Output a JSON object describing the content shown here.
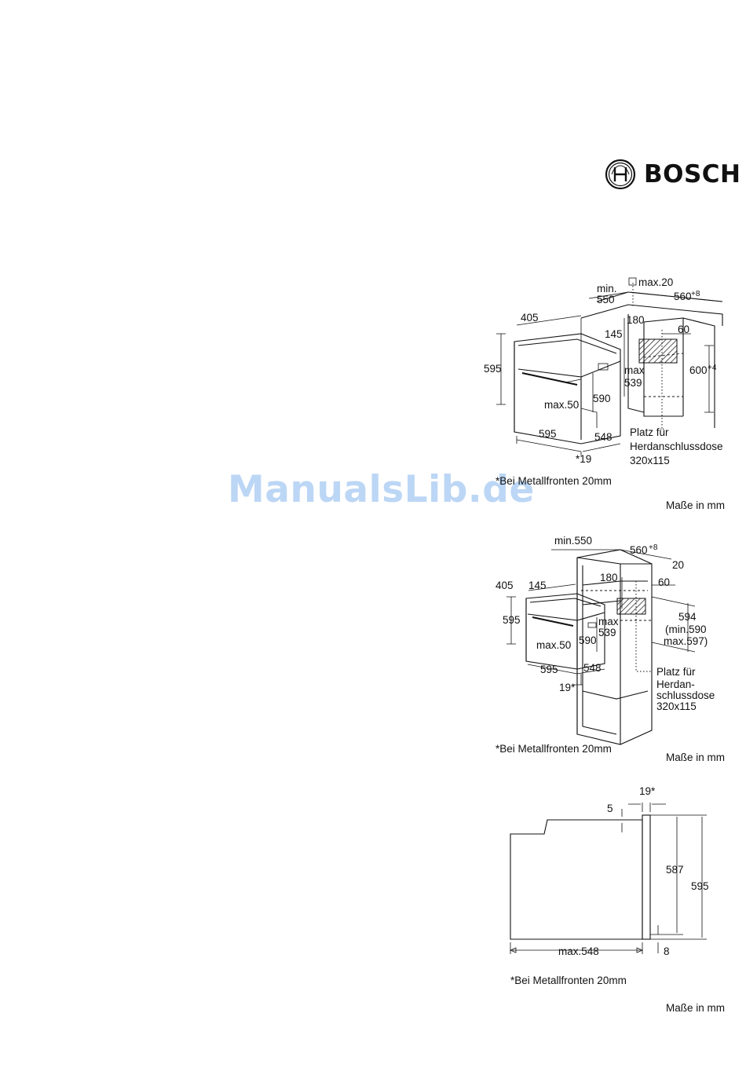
{
  "brand": {
    "name": "BOSCH",
    "logo_icon": "bosch-armature-icon"
  },
  "watermark": "ManualsLib.de",
  "figure1": {
    "labels": {
      "min": "min.",
      "d550": "550",
      "max20": "max.20",
      "d560": "560",
      "sup8": "+8",
      "d405": "405",
      "d180": "180",
      "d145": "145",
      "d60": "60",
      "d595h": "595",
      "max": "max",
      "d539": "539",
      "d600": "600",
      "sup4": "+4",
      "max50": "max.50",
      "d590": "590",
      "d595w": "595",
      "d548": "548",
      "star19": "*19",
      "platz1": "Platz für",
      "platz2": "Herdanschlussdose",
      "platz3": "320x115"
    },
    "footnote": "*Bei Metallfronten 20mm",
    "units": "Maße in mm"
  },
  "figure2": {
    "labels": {
      "min550": "min.550",
      "d560": "560",
      "sup8": "+8",
      "d20": "20",
      "d405": "405",
      "d145": "145",
      "d180": "180",
      "d60": "60",
      "d595h": "595",
      "max": "max",
      "d539": "539",
      "d594": "594",
      "min590": "(min.590",
      "max597": "max.597)",
      "max50": "max.50",
      "d590": "590",
      "d595w": "595",
      "d548": "548",
      "d19": "19*",
      "platz1": "Platz für",
      "platz2": "Herdan-",
      "platz3": "schlussdose",
      "platz4": "320x115"
    },
    "footnote": "*Bei Metallfronten 20mm",
    "units": "Maße in mm"
  },
  "figure3": {
    "labels": {
      "d19": "19*",
      "d5": "5",
      "d587": "587",
      "d595": "595",
      "max548": "max.548",
      "d8": "8"
    },
    "footnote": "*Bei Metallfronten 20mm",
    "units": "Maße in mm"
  }
}
